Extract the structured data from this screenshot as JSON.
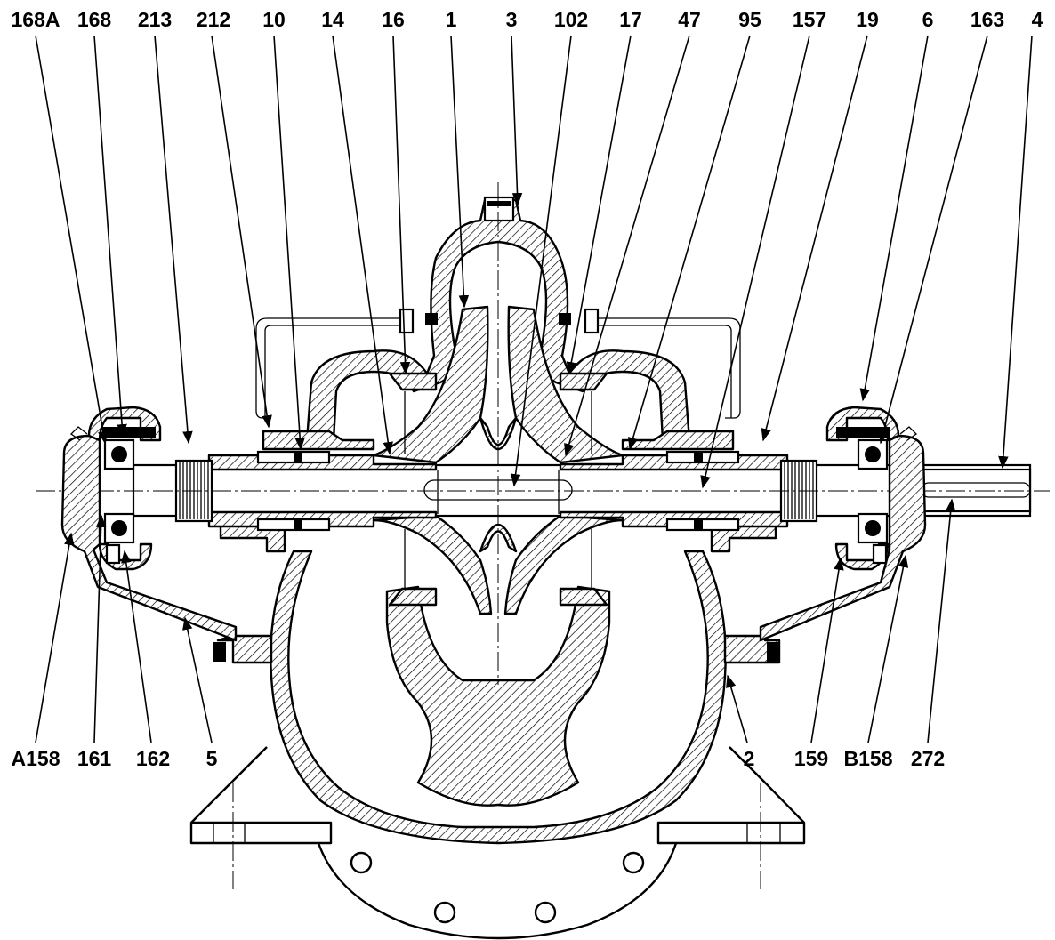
{
  "diagram": {
    "top_labels": [
      {
        "id": "168A",
        "text": "168A"
      },
      {
        "id": "168",
        "text": "168"
      },
      {
        "id": "213",
        "text": "213"
      },
      {
        "id": "212",
        "text": "212"
      },
      {
        "id": "10",
        "text": "10"
      },
      {
        "id": "14",
        "text": "14"
      },
      {
        "id": "16",
        "text": "16"
      },
      {
        "id": "1",
        "text": "1"
      },
      {
        "id": "3",
        "text": "3"
      },
      {
        "id": "102",
        "text": "102"
      },
      {
        "id": "17",
        "text": "17"
      },
      {
        "id": "47",
        "text": "47"
      },
      {
        "id": "95",
        "text": "95"
      },
      {
        "id": "157",
        "text": "157"
      },
      {
        "id": "19",
        "text": "19"
      },
      {
        "id": "6",
        "text": "6"
      },
      {
        "id": "163",
        "text": "163"
      },
      {
        "id": "4",
        "text": "4"
      }
    ],
    "bottom_labels": [
      {
        "id": "A158",
        "text": "A158"
      },
      {
        "id": "161",
        "text": "161"
      },
      {
        "id": "162",
        "text": "162"
      },
      {
        "id": "5",
        "text": "5"
      },
      {
        "id": "2",
        "text": "2"
      },
      {
        "id": "159",
        "text": "159"
      },
      {
        "id": "B158",
        "text": "B158"
      },
      {
        "id": "272",
        "text": "272"
      }
    ],
    "colors": {
      "ink": "#000000",
      "paper": "#ffffff"
    }
  }
}
